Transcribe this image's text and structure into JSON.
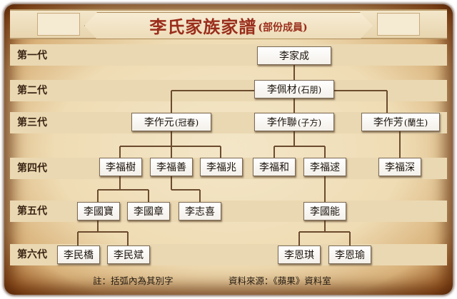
{
  "title": {
    "main": "李氏家族家譜",
    "sub": "(部份成員)"
  },
  "generations": [
    "第一代",
    "第二代",
    "第三代",
    "第四代",
    "第五代",
    "第六代"
  ],
  "members": {
    "g1_jiacheng": {
      "name": "李家成",
      "alias": ""
    },
    "g2_peicai": {
      "name": "李佩材",
      "alias": "(石朋)"
    },
    "g3_zuoyuan": {
      "name": "李作元",
      "alias": "(冠春)"
    },
    "g3_zuolian": {
      "name": "李作聯",
      "alias": "(子方)"
    },
    "g3_zuofang": {
      "name": "李作芳",
      "alias": "(蘭生)"
    },
    "g4_fushu": {
      "name": "李福樹",
      "alias": ""
    },
    "g4_fushan": {
      "name": "李福善",
      "alias": ""
    },
    "g4_fuzhao": {
      "name": "李福兆",
      "alias": ""
    },
    "g4_fuhe": {
      "name": "李福和",
      "alias": ""
    },
    "g4_fushu2": {
      "name": "李福逑",
      "alias": ""
    },
    "g4_fushen": {
      "name": "李福深",
      "alias": ""
    },
    "g5_guobao": {
      "name": "李國寶",
      "alias": ""
    },
    "g5_guozhang": {
      "name": "李國章",
      "alias": ""
    },
    "g5_zhixi": {
      "name": "李志喜",
      "alias": ""
    },
    "g5_guoneng": {
      "name": "李國能",
      "alias": ""
    },
    "g6_minqiao": {
      "name": "李民橋",
      "alias": ""
    },
    "g6_minbin": {
      "name": "李民斌",
      "alias": ""
    },
    "g6_enqi": {
      "name": "李恩琪",
      "alias": ""
    },
    "g6_enyu": {
      "name": "李恩瑜",
      "alias": ""
    }
  },
  "footer": {
    "note": "註：括弧內為其別字",
    "source": "資料來源：《蘋果》資料室"
  }
}
